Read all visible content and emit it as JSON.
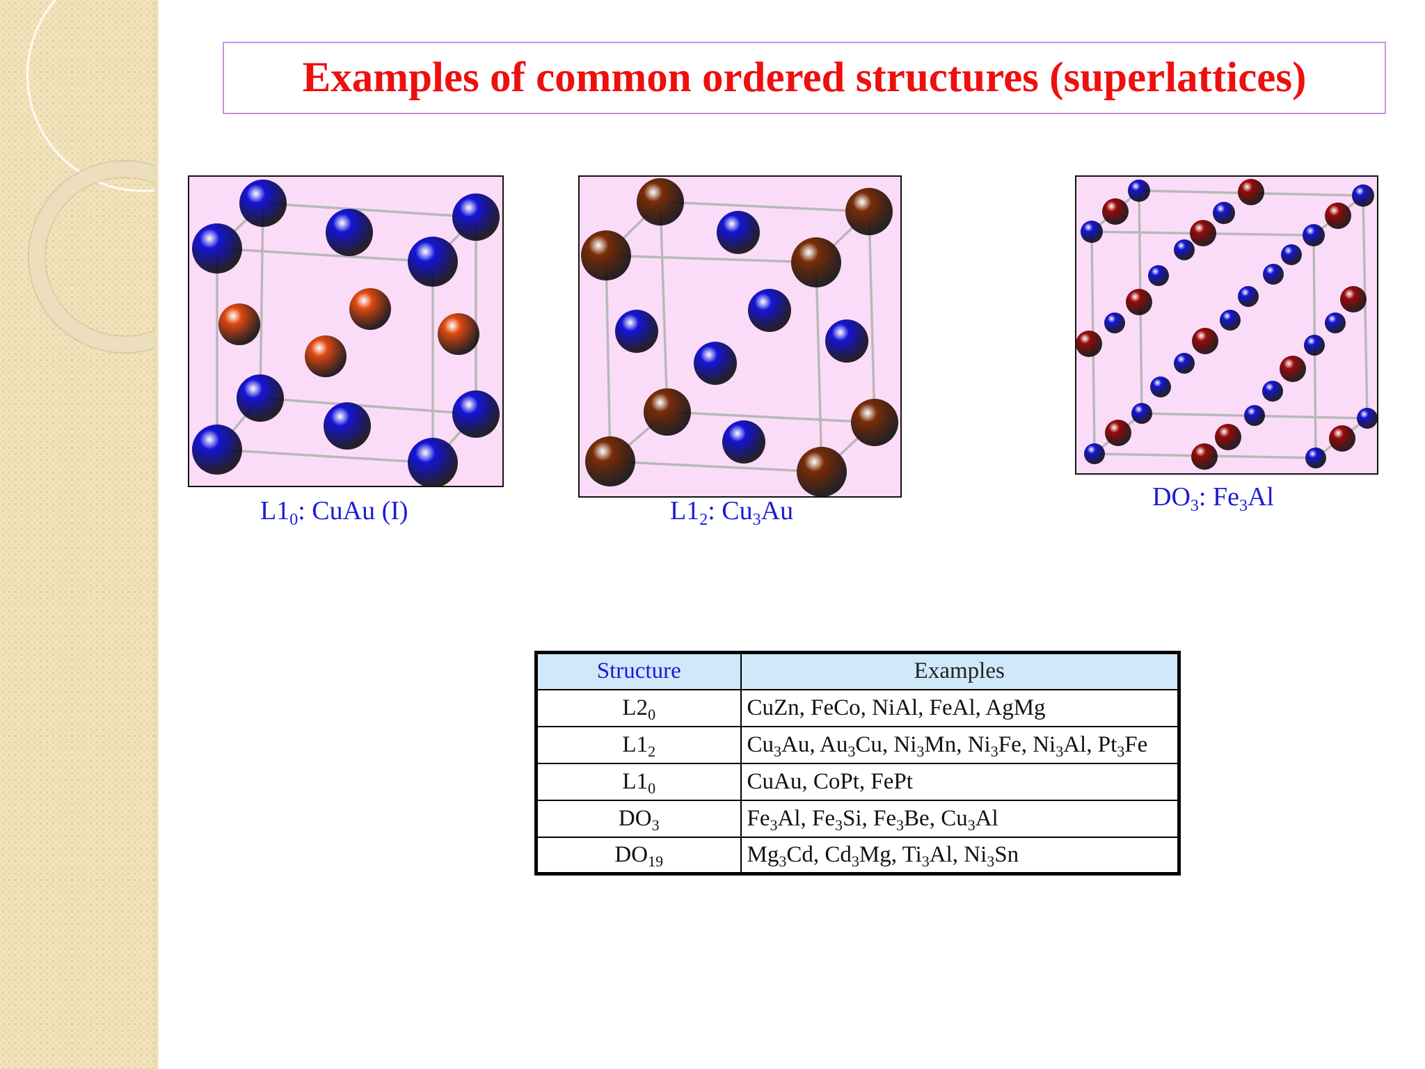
{
  "title": "Examples of common ordered structures (superlattices)",
  "colors": {
    "title": "#ee0f0f",
    "caption": "#1a1ad8",
    "panel_background": "#fbdcf8",
    "atom_blue": "#1414d8",
    "atom_orange": "#e04a10",
    "atom_brown": "#7a2d08",
    "atom_darkred": "#9a0a0a",
    "table_header_bg": "#cfe8fa"
  },
  "structures": [
    {
      "caption": [
        {
          "t": "L1"
        },
        {
          "sub": "0"
        },
        {
          "t": ": CuAu (I)"
        }
      ],
      "atoms": [
        "blue",
        "orange"
      ]
    },
    {
      "caption": [
        {
          "t": "L1"
        },
        {
          "sub": "2"
        },
        {
          "t": ": Cu"
        },
        {
          "sub": "3"
        },
        {
          "t": "Au"
        }
      ],
      "atoms": [
        "brown",
        "blue"
      ]
    },
    {
      "caption": [
        {
          "t": "DO"
        },
        {
          "sub": "3"
        },
        {
          "t": ": Fe"
        },
        {
          "sub": "3"
        },
        {
          "t": "Al"
        }
      ],
      "atoms": [
        "darkred",
        "blue"
      ]
    }
  ],
  "table": {
    "headers": [
      "Structure",
      "Examples"
    ],
    "rows": [
      {
        "structure": [
          {
            "t": "L2"
          },
          {
            "sub": "0"
          }
        ],
        "examples": [
          {
            "t": "CuZn, FeCo, NiAl, FeAl, AgMg"
          }
        ]
      },
      {
        "structure": [
          {
            "t": "L1"
          },
          {
            "sub": "2"
          }
        ],
        "examples": [
          {
            "t": "Cu"
          },
          {
            "sub": "3"
          },
          {
            "t": "Au, Au"
          },
          {
            "sub": "3"
          },
          {
            "t": "Cu, Ni"
          },
          {
            "sub": "3"
          },
          {
            "t": "Mn, Ni"
          },
          {
            "sub": "3"
          },
          {
            "t": "Fe, Ni"
          },
          {
            "sub": "3"
          },
          {
            "t": "Al, Pt"
          },
          {
            "sub": "3"
          },
          {
            "t": "Fe"
          }
        ]
      },
      {
        "structure": [
          {
            "t": "L1"
          },
          {
            "sub": "0"
          }
        ],
        "examples": [
          {
            "t": "CuAu, CoPt, FePt"
          }
        ]
      },
      {
        "structure": [
          {
            "t": "DO"
          },
          {
            "sub": "3"
          }
        ],
        "examples": [
          {
            "t": "Fe"
          },
          {
            "sub": "3"
          },
          {
            "t": "Al, Fe"
          },
          {
            "sub": "3"
          },
          {
            "t": "Si, Fe"
          },
          {
            "sub": "3"
          },
          {
            "t": "Be, Cu"
          },
          {
            "sub": "3"
          },
          {
            "t": "Al"
          }
        ]
      },
      {
        "structure": [
          {
            "t": "DO"
          },
          {
            "sub": "19"
          }
        ],
        "examples": [
          {
            "t": "Mg"
          },
          {
            "sub": "3"
          },
          {
            "t": "Cd, Cd"
          },
          {
            "sub": "3"
          },
          {
            "t": "Mg, Ti"
          },
          {
            "sub": "3"
          },
          {
            "t": "Al, Ni"
          },
          {
            "sub": "3"
          },
          {
            "t": "Sn"
          }
        ]
      }
    ]
  }
}
